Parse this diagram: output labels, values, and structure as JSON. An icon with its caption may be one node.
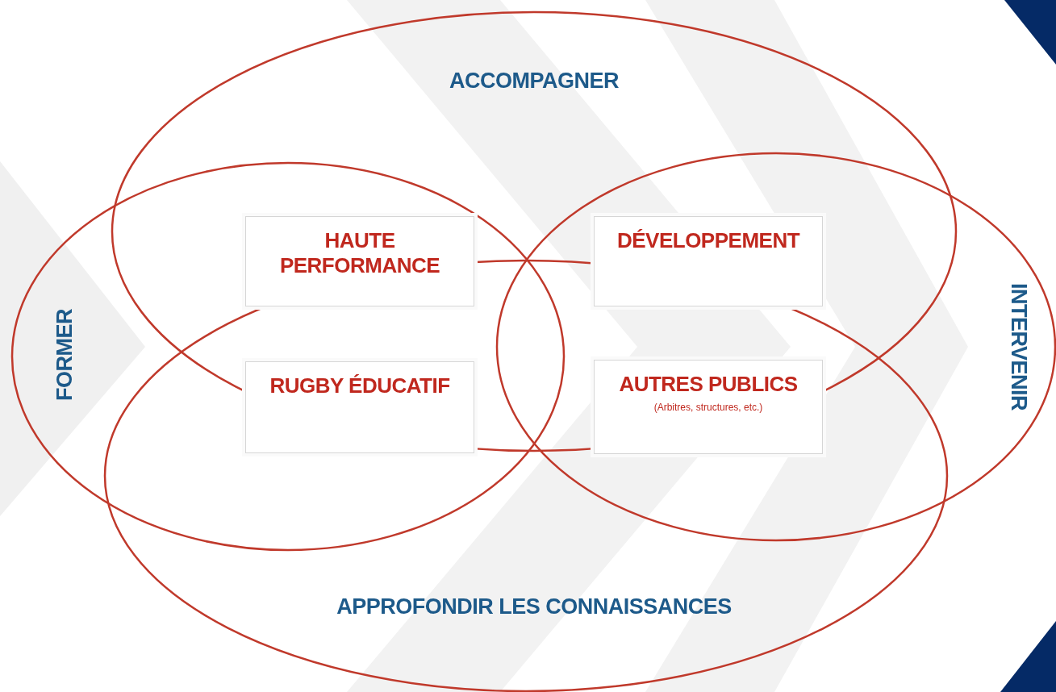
{
  "diagram": {
    "nodes": [
      {
        "text": [
          "ACCOMPAGNER"
        ]
      },
      {
        "text": [
          "FORMER"
        ]
      },
      {
        "text": [
          "INTERVENIR"
        ]
      },
      {
        "text": [
          "APPROFONDIR LES CONNAISSANCES"
        ]
      },
      {
        "text": [
          "HAUTE PERFORMANCE"
        ]
      },
      {
        "text": [
          "DÉVELOPPEMENT"
        ]
      },
      {
        "text": [
          "RUGBY ÉDUCATIF"
        ]
      },
      {
        "text": [
          "AUTRES PUBLICS",
          "(Arbitres, structures, etc.)"
        ]
      }
    ],
    "edges": []
  }
}
